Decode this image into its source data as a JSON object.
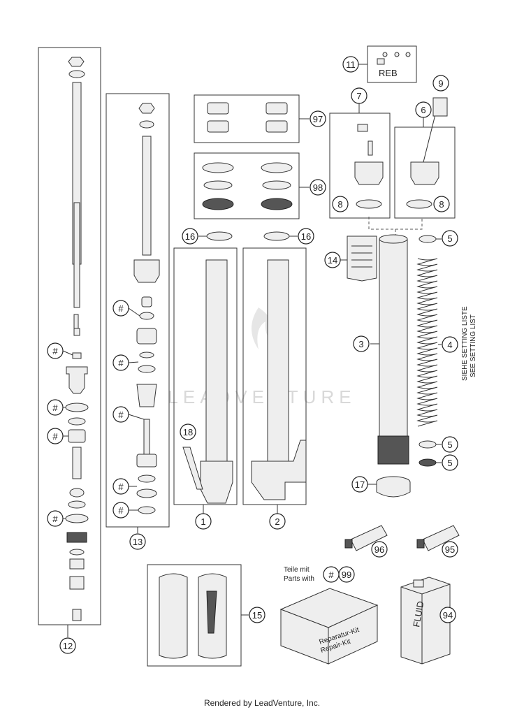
{
  "callouts": {
    "c1": "1",
    "c2": "2",
    "c3": "3",
    "c4": "4",
    "c5a": "5",
    "c5b": "5",
    "c5c": "5",
    "c6": "6",
    "c7": "7",
    "c8a": "8",
    "c8b": "8",
    "c9": "9",
    "c11": "11",
    "c12": "12",
    "c13": "13",
    "c14": "14",
    "c15": "15",
    "c16a": "16",
    "c16b": "16",
    "c17": "17",
    "c18": "18",
    "c94": "94",
    "c95": "95",
    "c96": "96",
    "c97": "97",
    "c98": "98",
    "c99": "99",
    "hash": "#"
  },
  "labels": {
    "reb": "REB",
    "setting_de": "SIEHE SETTING LISTE",
    "setting_en": "SEE SETTING LIST",
    "teile_de": "Teile mit",
    "teile_en": "Parts with",
    "kit_de": "Reparatur-Kit",
    "kit_en": "Repair-Kit",
    "fluid": "FLUID"
  },
  "watermark": "LEADVENTURE",
  "footer": "Rendered by LeadVenture, Inc."
}
